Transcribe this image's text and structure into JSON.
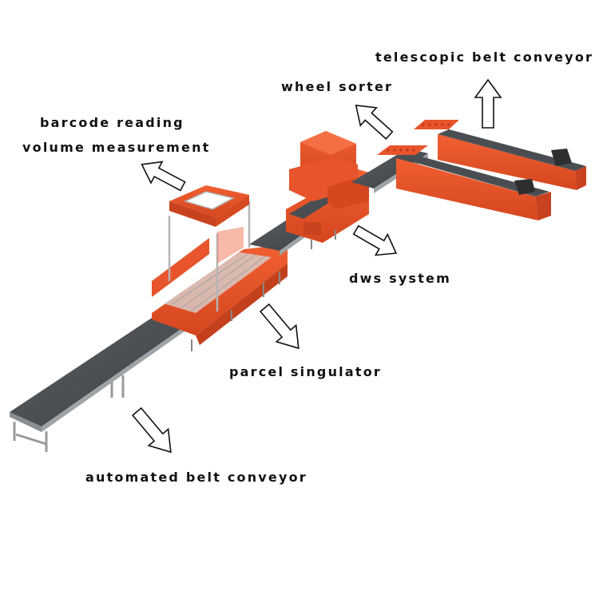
{
  "labels": {
    "telescopic": "telescopic belt conveyor",
    "wheel_sorter": "wheel sorter",
    "barcode": "barcode reading",
    "volume": "volume measurement",
    "dws": "dws system",
    "singulator": "parcel singulator",
    "belt": "automated belt conveyor"
  },
  "colors": {
    "equipment": "#e8542b",
    "equipment_dark": "#c9421f",
    "belt": "#4a4e52",
    "frame": "#b8b8b8",
    "text": "#111111"
  }
}
